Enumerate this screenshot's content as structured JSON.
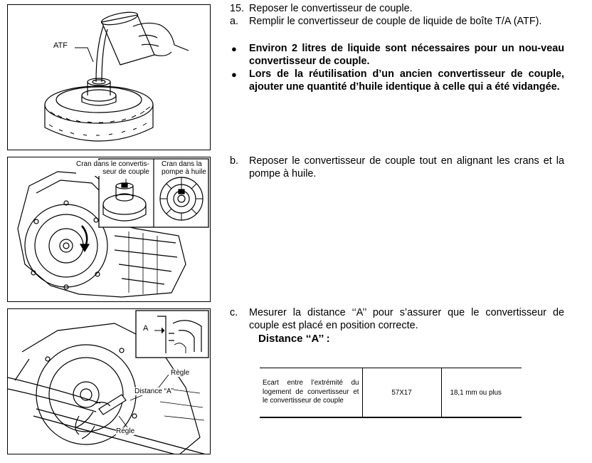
{
  "figures": {
    "fig1": {
      "label_atf": "ATF"
    },
    "fig2": {
      "label_cran_convertisseur": "Cran dans le convertis-\nseur de couple",
      "label_cran_pompe": "Cran dans la\npompe à huile"
    },
    "fig3": {
      "label_a": "A",
      "label_regle_top": "Règle",
      "label_distance": "Distance “A”",
      "label_regle_bottom": "Règle"
    }
  },
  "step": {
    "number": "15.",
    "title": "Reposer le convertisseur de couple.",
    "a": {
      "letter": "a.",
      "text": "Remplir le convertisseur de couple de liquide de boîte T/A (ATF).",
      "bullets": [
        "Environ 2 litres de liquide sont nécessaires pour un nou-veau convertisseur de couple.",
        "Lors de la réutilisation d’un ancien convertisseur de couple, ajouter une quantité d’huile identique à celle qui a été vidangée."
      ],
      "bullet_symbol": "●"
    },
    "b": {
      "letter": "b.",
      "text": "Reposer le convertisseur de couple tout en alignant les crans et la pompe à huile."
    },
    "c": {
      "letter": "c.",
      "text": "Mesurer la distance ‘‘A’’ pour s’assurer que le convertisseur de couple est placé en position correcte.",
      "distance_title": "Distance ‘‘A’’ :"
    }
  },
  "spec_table": {
    "description": "Ecart entre l’extrémité du logement de convertisseur et le convertisseur de couple",
    "code": "57X17",
    "value": "18,1 mm ou plus"
  }
}
